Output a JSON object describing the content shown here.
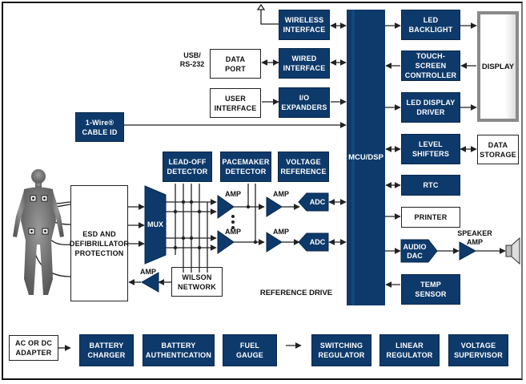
{
  "diagram": {
    "title": "ECG system block diagram",
    "colors": {
      "block_navy": "#0e3a6b",
      "group_fill": "#fbe6a9",
      "line": "#222222"
    },
    "labels": {
      "usb_rs232": "USB/\nRS-232",
      "speaker_amp": "SPEAKER\nAMP",
      "amp": "AMP"
    },
    "left_column": {
      "data_port": "DATA\nPORT",
      "user_interface": "USER\nINTERFACE",
      "cable_id": "1-Wire®\nCABLE ID",
      "esd": "ESD AND\nDEFIBRILLATOR\nPROTECTION",
      "adapter": "AC OR DC\nADAPTER"
    },
    "interfaces": {
      "wireless": "WIRELESS\nINTERFACE",
      "wired": "WIRED\nINTERFACE",
      "io_expanders": "I/O\nEXPANDERS"
    },
    "mcu": "MCU/DSP",
    "right_column": {
      "led_backlight": "LED\nBACKLIGHT",
      "touch_screen": "TOUCH-SCREEN\nCONTROLLER",
      "led_display_driver": "LED DISPLAY\nDRIVER",
      "display": "DISPLAY",
      "level_shifters": "LEVEL\nSHIFTERS",
      "data_storage": "DATA\nSTORAGE",
      "rtc": "RTC",
      "printer": "PRINTER",
      "audio_dac": "AUDIO\nDAC",
      "temp_sensor": "TEMP\nSENSOR"
    },
    "afe": {
      "title": "ANALOG FRONT-END",
      "lead_off": "LEAD-OFF\nDETECTOR",
      "pacemaker": "PACEMAKER\nDETECTOR",
      "vref": "VOLTAGE\nREFERENCE",
      "mux": "MUX",
      "adc": "ADC",
      "wilson": "WILSON\nNETWORK",
      "reference_drive": "REFERENCE DRIVE"
    },
    "battery": {
      "title": "BATTERY MANAGEMENT",
      "charger": "BATTERY\nCHARGER",
      "auth": "BATTERY\nAUTHENTICATION",
      "fuel": "FUEL\nGAUGE"
    },
    "power": {
      "title": "POWER MANAGEMENT",
      "switching": "SWITCHING\nREGULATOR",
      "linear": "LINEAR\nREGULATOR",
      "supervisor": "VOLTAGE\nSUPERVISOR"
    }
  }
}
